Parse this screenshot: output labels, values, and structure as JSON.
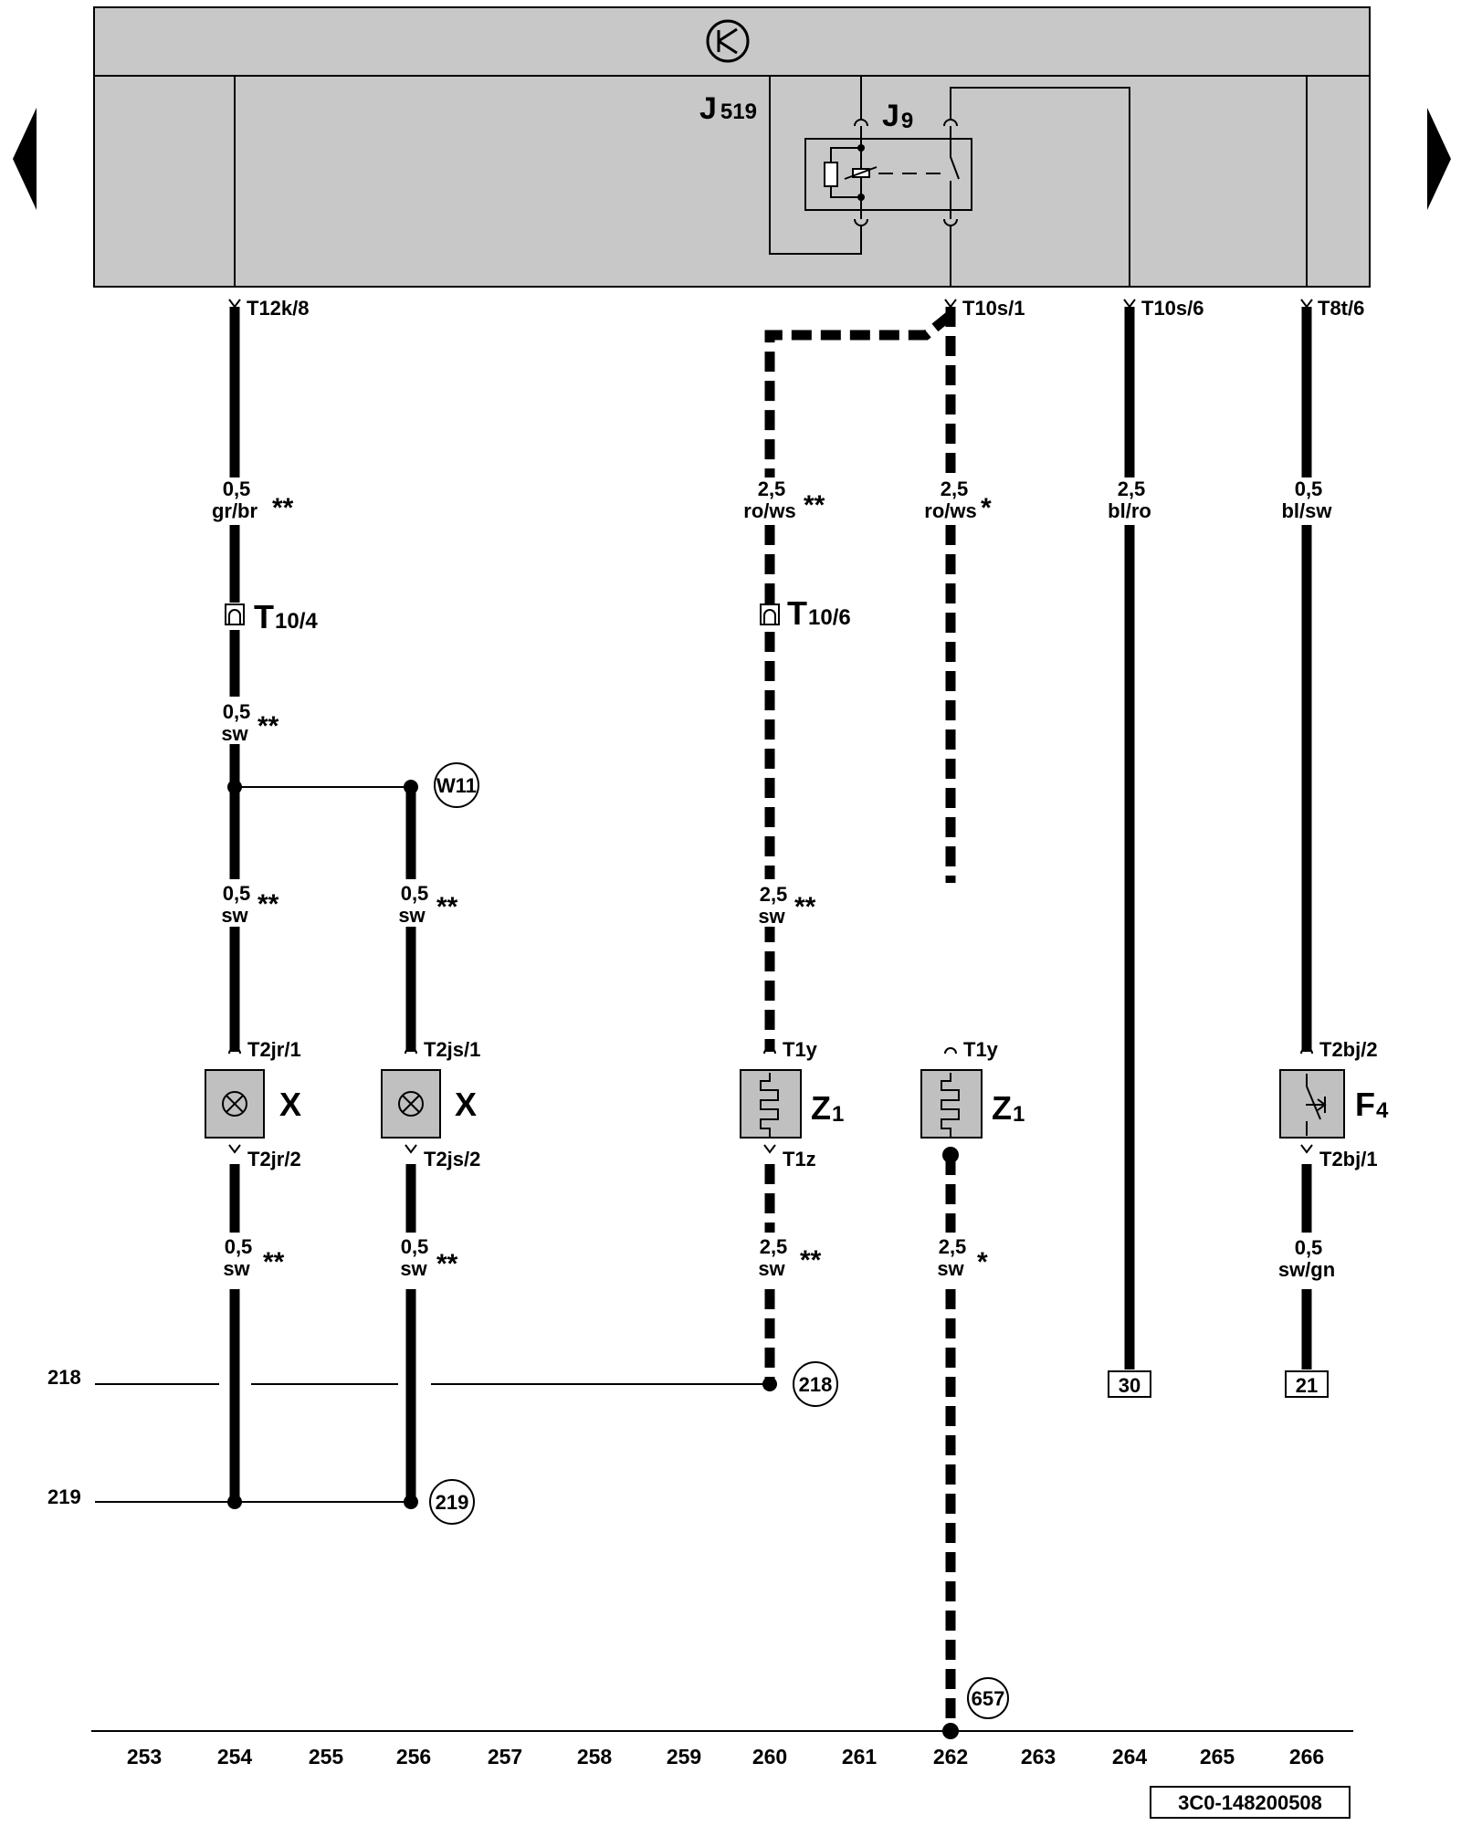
{
  "colors": {
    "panel": "#c8c8c8",
    "component": "#c0c0c0",
    "ink": "#000000"
  },
  "header": {
    "control_unit": "J",
    "control_unit_sub": "519",
    "relay": "J",
    "relay_sub": "9",
    "unit_icon": "electronics-icon"
  },
  "nav": {
    "prev_icon": "triangle-left-icon",
    "next_icon": "triangle-right-icon"
  },
  "connectors": {
    "t12k8": "T12k/8",
    "t10s1": "T10s/1",
    "t10s6": "T10s/6",
    "t8t6": "T8t/6",
    "t10_4": "T",
    "t10_4_sub": "10/4",
    "t10_6": "T",
    "t10_6_sub": "10/6",
    "t2jr1": "T2jr/1",
    "t2jr2": "T2jr/2",
    "t2js1": "T2js/1",
    "t2js2": "T2js/2",
    "t1y_a": "T1y",
    "t1z": "T1z",
    "t1y_b": "T1y",
    "t2bj2": "T2bj/2",
    "t2bj1": "T2bj/1"
  },
  "wires": {
    "w254_top_size": "0,5",
    "w254_top_color": "gr/br",
    "w254_top_note": "**",
    "w254_mid_size": "0,5",
    "w254_mid_color": "sw",
    "w254_mid_note": "**",
    "w254_low_size": "0,5",
    "w254_low_color": "sw",
    "w254_low_note": "**",
    "w254_bot_size": "0,5",
    "w254_bot_color": "sw",
    "w254_bot_note": "**",
    "w256_low_size": "0,5",
    "w256_low_color": "sw",
    "w256_low_note": "**",
    "w256_bot_size": "0,5",
    "w256_bot_color": "sw",
    "w256_bot_note": "**",
    "w260_top_size": "2,5",
    "w260_top_color": "ro/ws",
    "w260_top_note": "**",
    "w260_low_size": "2,5",
    "w260_low_color": "sw",
    "w260_low_note": "**",
    "w260_bot_size": "2,5",
    "w260_bot_color": "sw",
    "w260_bot_note": "**",
    "w262_top_size": "2,5",
    "w262_top_color": "ro/ws",
    "w262_top_note": "*",
    "w262_bot_size": "2,5",
    "w262_bot_color": "sw",
    "w262_bot_note": "*",
    "w264_size": "2,5",
    "w264_color": "bl/ro",
    "w266_top_size": "0,5",
    "w266_top_color": "bl/sw",
    "w266_bot_size": "0,5",
    "w266_bot_color": "sw/gn"
  },
  "components": {
    "x1": "X",
    "x2": "X",
    "z1a": "Z",
    "z1a_sub": "1",
    "z1b": "Z",
    "z1b_sub": "1",
    "f4": "F",
    "f4_sub": "4",
    "lamp_icon": "lamp-icon",
    "heater_icon": "heating-element-icon",
    "switch_icon": "brake-switch-icon"
  },
  "refs": {
    "w11": "W11",
    "r218": "218",
    "r219": "219",
    "r657": "657",
    "term30": "30",
    "term21": "21",
    "left218": "218",
    "left219": "219"
  },
  "axis": [
    "253",
    "254",
    "255",
    "256",
    "257",
    "258",
    "259",
    "260",
    "261",
    "262",
    "263",
    "264",
    "265",
    "266"
  ],
  "doc_id": "3C0-148200508"
}
